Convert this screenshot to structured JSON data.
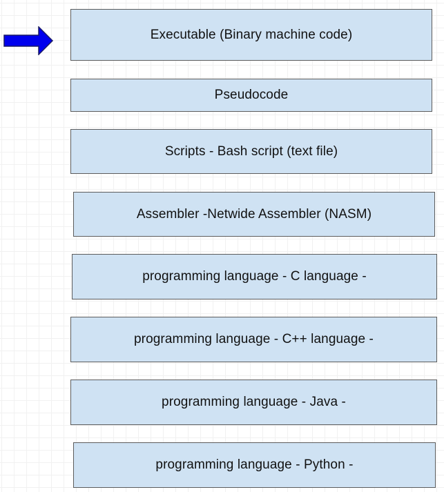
{
  "arrow": {
    "icon": "right-arrow-icon",
    "color": "#0000ee",
    "stroke": "#1a1a66"
  },
  "boxes": [
    {
      "label": "Executable (Binary machine code)"
    },
    {
      "label": "Pseudocode"
    },
    {
      "label": "Scripts - Bash script (text file)"
    },
    {
      "label": "Assembler -Netwide Assembler (NASM)"
    },
    {
      "label": "programming language - C language -"
    },
    {
      "label": "programming language - C++ language -"
    },
    {
      "label": "programming language - Java -"
    },
    {
      "label": "programming language - Python -"
    }
  ],
  "colors": {
    "box_fill": "#cfe2f3",
    "box_border": "#5b5b5b"
  }
}
